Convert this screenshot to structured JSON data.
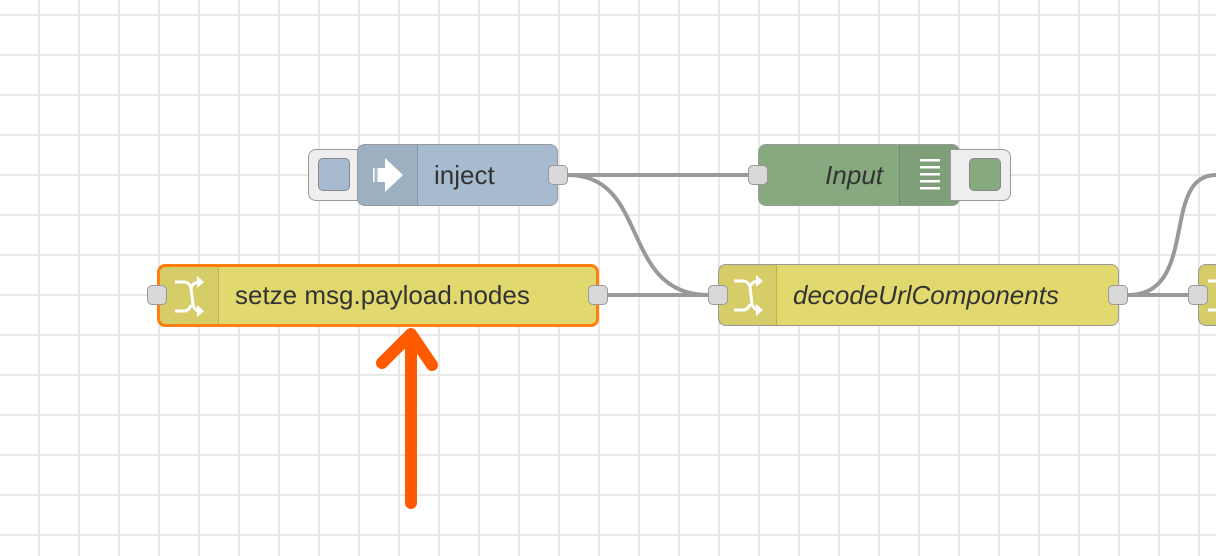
{
  "nodes": {
    "inject": {
      "label": "inject",
      "icon": "inject-arrow-icon",
      "color": "#a6bbcf"
    },
    "input": {
      "label": "Input",
      "icon": "debug-list-icon",
      "color": "#87a980"
    },
    "change_set": {
      "label": "setze msg.payload.nodes",
      "icon": "shuffle-icon",
      "color": "#e2d96e"
    },
    "change_decode": {
      "label": "decodeUrlComponents",
      "icon": "shuffle-icon",
      "color": "#e2d96e"
    },
    "change_partial": {
      "label": "",
      "icon": "shuffle-icon",
      "color": "#e2d96e"
    }
  },
  "colors": {
    "selection_outline": "#ff7f0e",
    "wire": "#999999",
    "annotation_arrow": "#ff5a00"
  }
}
